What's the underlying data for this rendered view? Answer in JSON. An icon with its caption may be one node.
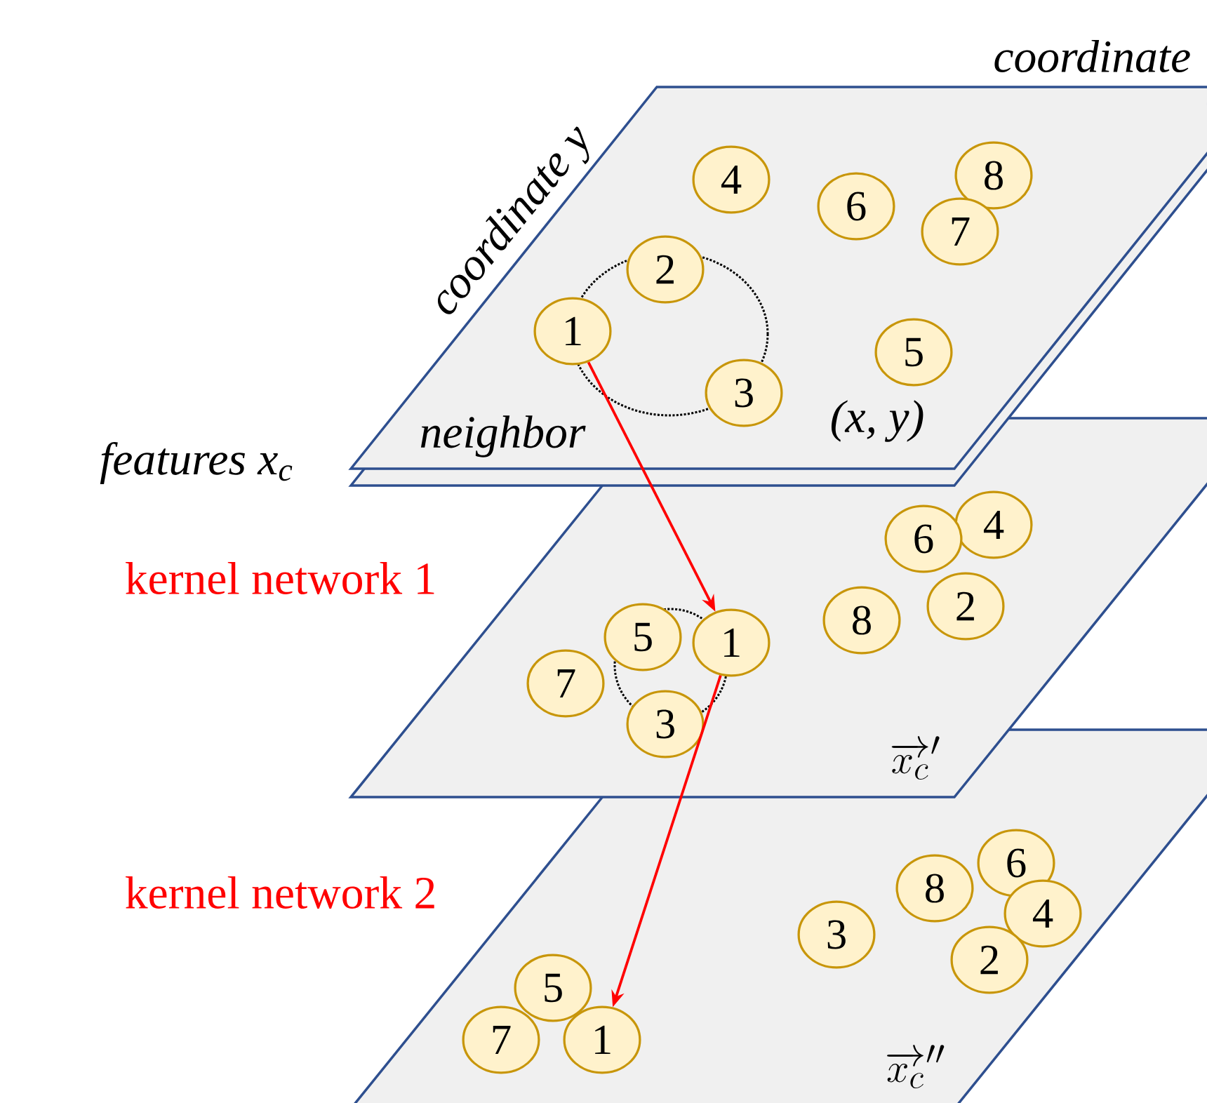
{
  "diagram": {
    "nodes": [
      {
        "text": [
          "neighbor",
          "(x, y)"
        ]
      },
      {
        "text": [
          "8"
        ],
        "in": 0
      },
      {
        "text": [
          "4"
        ],
        "in": 0
      },
      {
        "text": [
          "6"
        ],
        "in": 0
      },
      {
        "text": [
          "7"
        ],
        "in": 0
      },
      {
        "text": [
          "2"
        ],
        "in": 0
      },
      {
        "text": [
          "1"
        ],
        "in": 0
      },
      {
        "text": [
          "5"
        ],
        "in": 0
      },
      {
        "text": [
          "3"
        ],
        "in": 0
      },
      {
        "text": [
          "\\overrightarrow{x_c}'"
        ]
      },
      {
        "text": [
          "4"
        ],
        "in": 9
      },
      {
        "text": [
          "6"
        ],
        "in": 9
      },
      {
        "text": [
          "2"
        ],
        "in": 9
      },
      {
        "text": [
          "8"
        ],
        "in": 9
      },
      {
        "text": [
          "5"
        ],
        "in": 9
      },
      {
        "text": [
          "1"
        ],
        "in": 9
      },
      {
        "text": [
          "7"
        ],
        "in": 9
      },
      {
        "text": [
          "3"
        ],
        "in": 9
      },
      {
        "text": [
          "\\overrightarrow{x_c}''"
        ]
      },
      {
        "text": [
          "6"
        ],
        "in": 18
      },
      {
        "text": [
          "8"
        ],
        "in": 18
      },
      {
        "text": [
          "4"
        ],
        "in": 18
      },
      {
        "text": [
          "3"
        ],
        "in": 18
      },
      {
        "text": [
          "2"
        ],
        "in": 18
      },
      {
        "text": [
          "5"
        ],
        "in": 18
      },
      {
        "text": [
          "7"
        ],
        "in": 18
      },
      {
        "text": [
          "1"
        ],
        "in": 18
      }
    ],
    "edges": [
      {
        "from": 6,
        "to": 15,
        "arrow": "to"
      },
      {
        "from": 15,
        "to": 26,
        "arrow": "to"
      }
    ],
    "labels": [
      "coordinate",
      "coordinate y",
      "features x$_{c}$",
      "kernel network 1",
      "kernel network 2"
    ]
  }
}
